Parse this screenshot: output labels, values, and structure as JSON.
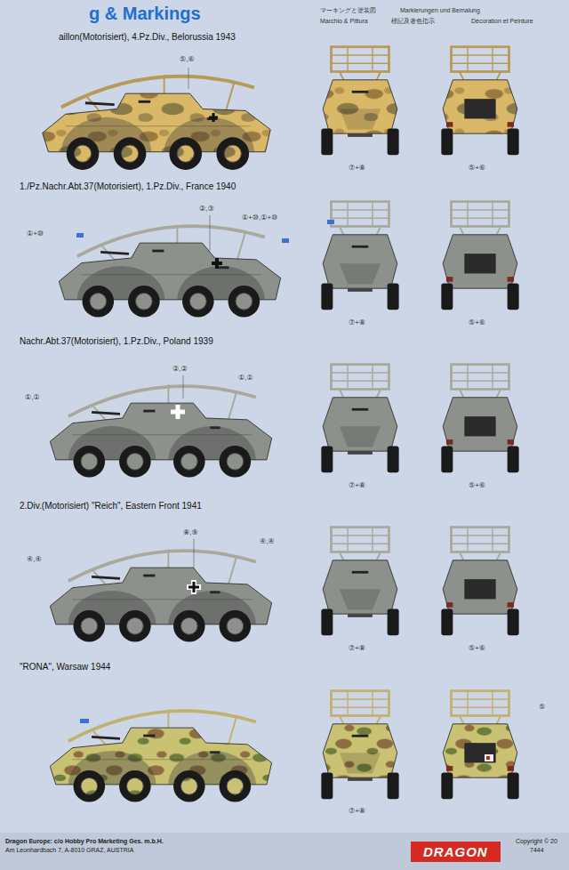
{
  "diagram": {
    "title": "g & Markings",
    "labels": [
      "マーキングと塗装図",
      "Markierungen und Bemalung",
      "Marchio & Pittura",
      "標記及著色指示",
      "Décoration et Peinture",
      "aillon(Motorisiert), 4.Pz.Div., Belorussia 1943",
      "⑤,⑥",
      "⑦+⑧",
      "⑤+⑥",
      "1./Pz.Nachr.Abt.37(Motorisiert), 1.Pz.Div., France 1940",
      "①+⑩",
      "②,③",
      "①+⑩,①+⑩",
      "⑦+⑧",
      "⑤+⑥",
      "Nachr.Abt.37(Motorisiert), 1.Pz.Div., Poland 1939",
      "①,①",
      "②,②",
      "①,①",
      "⑦+⑧",
      "⑤+⑥",
      "2.Div.(Motorisiert) \"Reich\", Eastern Front 1941",
      "④,④",
      "⑧,⑨",
      "④,④",
      "⑦+⑧",
      "⑤+⑥",
      "\"RONA\", Warsaw 1944",
      "⑦+⑧",
      "⑤",
      "Dragon Europe: c/o Hobby Pro Marketing Ges. m.b.H.",
      "Am Leonhardbach 7, A-8010 GRAZ, AUSTRIA",
      "DRAGON",
      "Copyright © 20",
      "7444"
    ]
  }
}
